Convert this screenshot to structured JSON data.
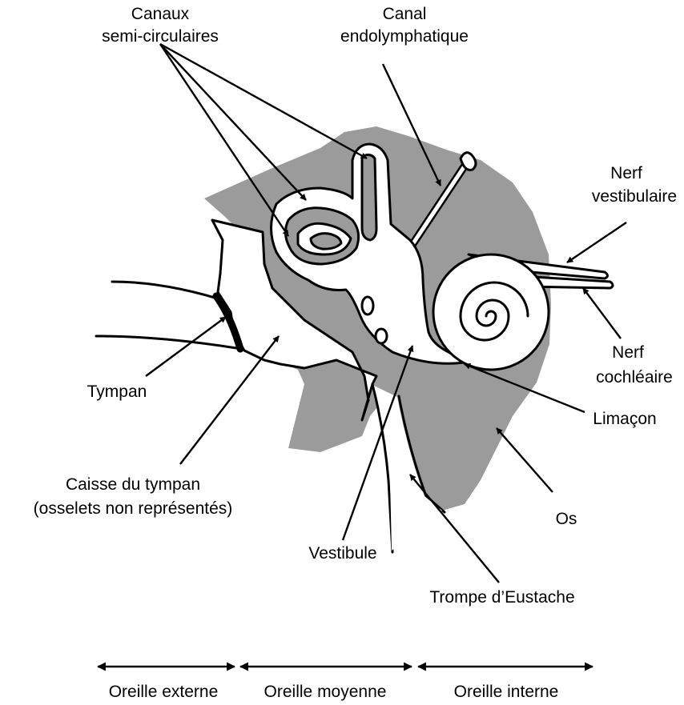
{
  "labels": {
    "canaux_line1": "Canaux",
    "canaux_line2": "semi-circulaires",
    "canal_line1": "Canal",
    "canal_line2": "endolymphatique",
    "nerf_vest_line1": "Nerf",
    "nerf_vest_line2": "vestibulaire",
    "nerf_coch_line1": "Nerf",
    "nerf_coch_line2": "cochléaire",
    "limacon": "Limaçon",
    "os": "Os",
    "tympan": "Tympan",
    "caisse_line1": "Caisse du tympan",
    "caisse_line2": "(osselets non représentés)",
    "vestibule": "Vestibule",
    "trompe": "Trompe d’Eustache"
  },
  "regions": {
    "externe": "Oreille externe",
    "moyenne": "Oreille moyenne",
    "interne": "Oreille interne"
  },
  "colors": {
    "bone": "#9b9b9b",
    "outline": "#000000",
    "background": "#ffffff"
  }
}
